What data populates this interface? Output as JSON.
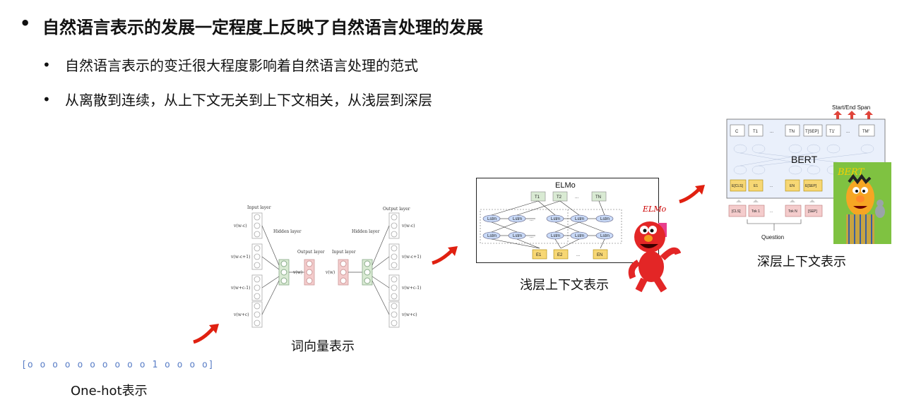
{
  "heading": {
    "bullet": "•",
    "text": "自然语言表示的发展一定程度上反映了自然语言处理的发展"
  },
  "points": [
    {
      "bullet": "•",
      "text": "自然语言表示的变迁很大程度影响着自然语言处理的范式"
    },
    {
      "bullet": "•",
      "text": "从离散到连续，从上下文无关到上下文相关，从浅层到深层"
    }
  ],
  "onehot": {
    "vector": "[o o o o o o o o o o 1 o o o o]",
    "caption": "One-hot表示"
  },
  "word2vec": {
    "caption": "词向量表示",
    "input_layer": "Input layer",
    "hidden_layer": "Hidden layer",
    "output_layer": "Output layer",
    "inputs_left": [
      "v(w-c)",
      "v(w-c+1)",
      "v(w+c-1)",
      "v(w+c)"
    ],
    "center_output": "v(w)",
    "center_input": "v(w)",
    "outputs_right": [
      "v(w-c)",
      "v(w-c+1)",
      "v(w+c-1)",
      "v(w+c)"
    ]
  },
  "elmo": {
    "title": "ELMo",
    "caption": "浅层上下文表示",
    "outputs": [
      "T1",
      "T2",
      "TN"
    ],
    "cell": "Lstm",
    "inputs": [
      "E1",
      "E2",
      "EN"
    ],
    "sticker": "ELMo"
  },
  "bert": {
    "title": "BERT",
    "caption": "深层上下文表示",
    "span_label": "Start/End Span",
    "top_tokens": [
      "C",
      "T1",
      "TN",
      "T[SEP]",
      "T1'",
      "TM'"
    ],
    "emb_tokens": [
      "E[CLS]",
      "E1",
      "EN",
      "E[SEP]"
    ],
    "input_tokens": [
      "[CLS]",
      "Tok 1",
      "Tok N",
      "[SEP]"
    ],
    "question": "Question",
    "sticker": "BERT"
  },
  "colors": {
    "arrow": "#e02010",
    "onehot": "#5b7fc7",
    "emb": "#f7d774",
    "tok": "#f4cccc",
    "top": "#d9ead3",
    "bert_bg": "#eaf0fb"
  }
}
